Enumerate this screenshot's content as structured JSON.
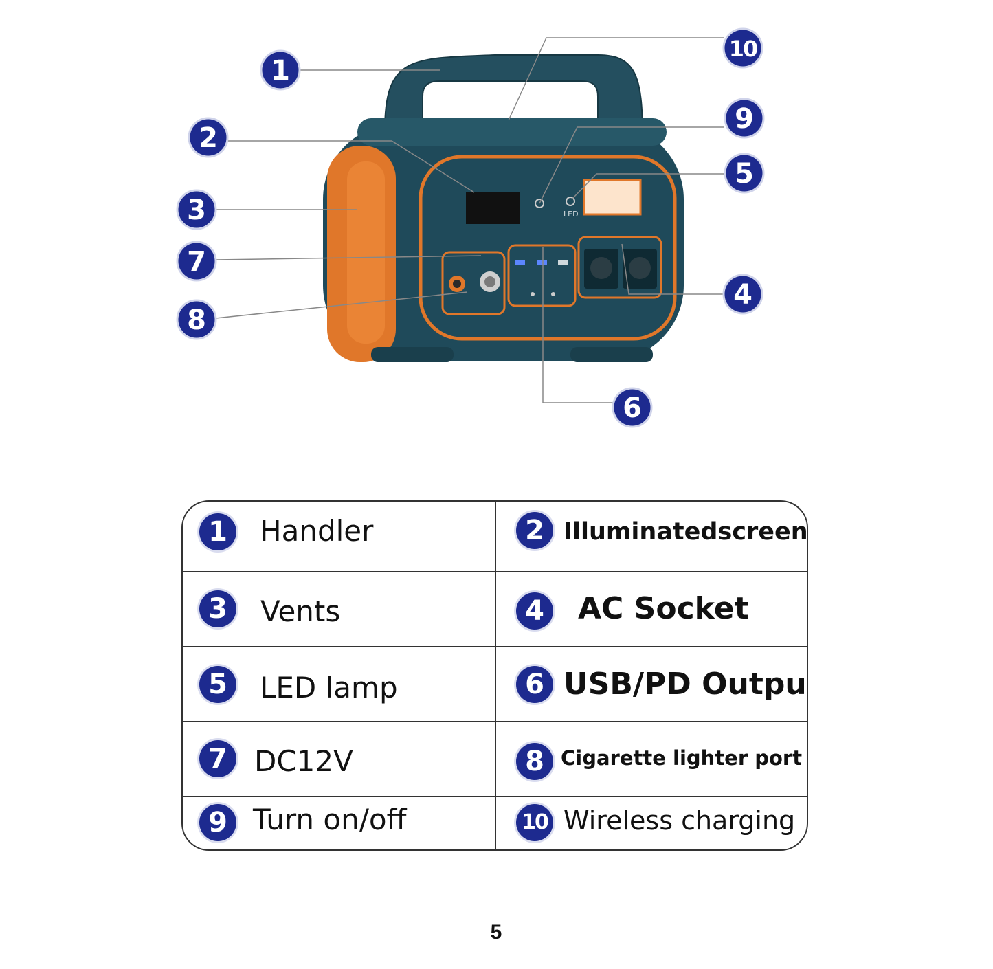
{
  "callouts": [
    "1",
    "2",
    "3",
    "7",
    "8",
    "10",
    "9",
    "5",
    "4",
    "6"
  ],
  "device": {
    "lamp_label": "LED"
  },
  "legend": {
    "rows": [
      {
        "left": {
          "num": "1",
          "text": "Handler"
        },
        "right": {
          "num": "2",
          "text": "Illuminatedscreen"
        }
      },
      {
        "left": {
          "num": "3",
          "text": "Vents"
        },
        "right": {
          "num": "4",
          "text": "AC Socket"
        }
      },
      {
        "left": {
          "num": "5",
          "text": "LED lamp"
        },
        "right": {
          "num": "6",
          "text": "USB/PD Output"
        }
      },
      {
        "left": {
          "num": "7",
          "text": "DC12V"
        },
        "right": {
          "num": "8",
          "text": "Cigarette lighter port"
        }
      },
      {
        "left": {
          "num": "9",
          "text": "Turn on/off"
        },
        "right": {
          "num": "10",
          "text": "Wireless charging"
        }
      }
    ]
  },
  "page_number": "5",
  "colors": {
    "badge": "#1d2a8f",
    "body": "#1f4a5a",
    "accent": "#e0772a"
  }
}
